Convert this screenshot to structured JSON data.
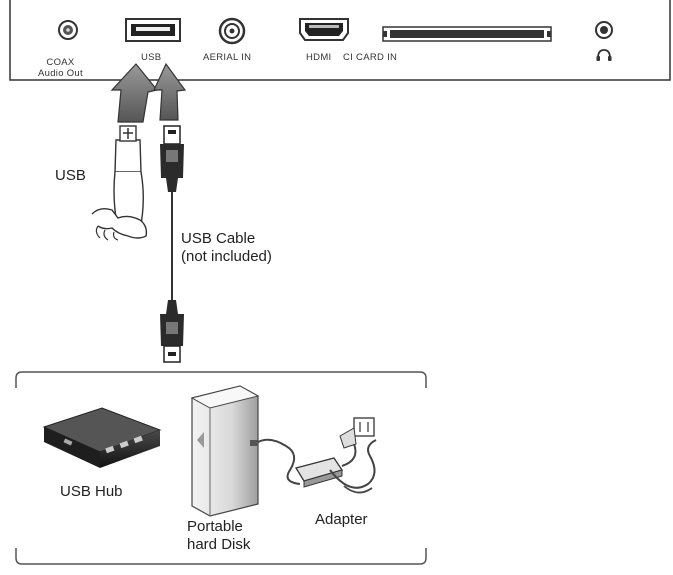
{
  "panel": {
    "ports": [
      {
        "label_line1": "COAX",
        "label_line2": "Audio Out",
        "icon": "coax-jack-icon"
      },
      {
        "label": "USB",
        "icon": "usb-port-icon"
      },
      {
        "label": "AERIAL IN",
        "icon": "aerial-jack-icon"
      },
      {
        "label": "HDMI",
        "icon": "hdmi-port-icon"
      },
      {
        "label": "CI CARD IN",
        "icon": "ci-card-slot-icon"
      },
      {
        "icon": "headphone-jack-icon"
      }
    ]
  },
  "labels": {
    "usb_stick": "USB",
    "cable_line1": "USB Cable",
    "cable_line2": "(not included)",
    "usb_hub": "USB Hub",
    "disk_line1": "Portable",
    "disk_line2": "hard Disk",
    "adapter": "Adapter"
  },
  "colors": {
    "line": "#333333",
    "arrow_fill": "#7a7a7a",
    "device_dark": "#2b2b2b"
  }
}
